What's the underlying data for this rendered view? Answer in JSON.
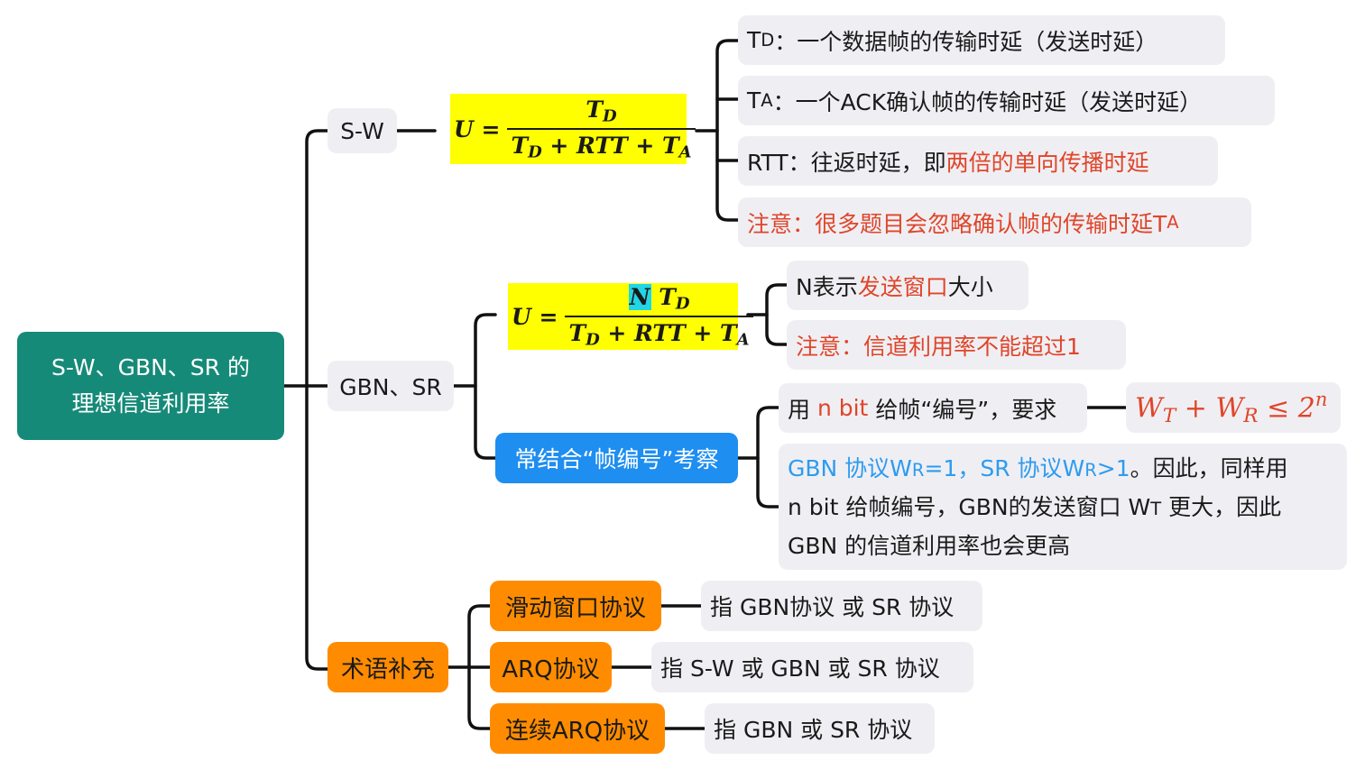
{
  "root": {
    "line1": "S-W、GBN、SR 的",
    "line2": "理想信道利用率"
  },
  "branches": {
    "sw": "S-W",
    "gbn": "GBN、SR",
    "terms": "术语补充"
  },
  "sw_formula": {
    "lhs": "U =",
    "num": "T",
    "num_sub": "D",
    "den": "T",
    "den_sub1": "D",
    "den_mid": " + RTT + T",
    "den_sub2": "A"
  },
  "sw_leaves": {
    "td_sym": "T",
    "td_sub": "D",
    "td_text": "：一个数据帧的传输时延（发送时延）",
    "ta_sym": "T",
    "ta_sub": "A",
    "ta_text": "：一个ACK确认帧的传输时延（发送时延）",
    "rtt_text": "RTT：往返时延，即",
    "rtt_red": "两倍的单向传播时延",
    "note": "注意：很多题目会忽略确认帧的传输时延T",
    "note_sub": "A"
  },
  "gbn_formula": {
    "lhs": "U =",
    "num_n": "N",
    "num": " T",
    "num_sub": "D",
    "den": "T",
    "den_sub1": "D",
    "den_mid": " + RTT + T",
    "den_sub2": "A"
  },
  "gbn_leaves": {
    "n_pre": "N表示",
    "n_red": "发送窗口",
    "n_post": "大小",
    "note": "注意：信道利用率不能超过1"
  },
  "frame": {
    "label": "常结合“帧编号”考察",
    "req_pre": "用 ",
    "req_red": "n bit",
    "req_post": " 给帧“编号”，要求",
    "formula_w": "W",
    "formula_t": "T",
    "formula_plus": " + W",
    "formula_r": "R",
    "formula_le": " ≤ 2",
    "formula_n": "n",
    "desc_blue1": "GBN 协议W",
    "desc_blue1_sub": "R",
    "desc_blue2": "=1，SR 协议W",
    "desc_blue2_sub": "R",
    "desc_blue3": ">1",
    "desc_line1_rest": "。因此，同样用",
    "desc_line2": "n bit 给帧编号，GBN的发送窗口 W",
    "desc_line2_sub": "T",
    "desc_line2_rest": " 更大，因此",
    "desc_line3": "GBN 的信道利用率也会更高"
  },
  "terms": [
    {
      "label": "滑动窗口协议",
      "desc": "指 GBN协议 或 SR 协议"
    },
    {
      "label": "ARQ协议",
      "desc": "指 S-W 或 GBN 或 SR 协议"
    },
    {
      "label": "连续ARQ协议",
      "desc": "指 GBN 或 SR 协议"
    }
  ],
  "colors": {
    "root": "#168a78",
    "orange": "#ff8c00",
    "blue": "#1e8ef0",
    "formula": "#ffff00",
    "red": "#e0452a",
    "leaf": "#efeff3"
  }
}
